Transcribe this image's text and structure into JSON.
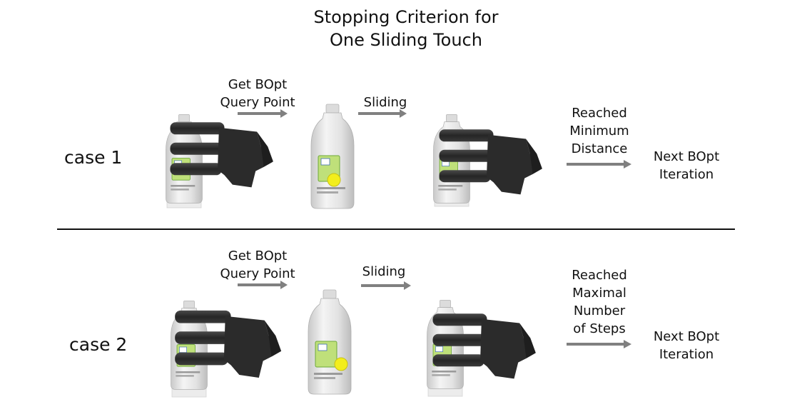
{
  "title": "Stopping Criterion for\nOne Sliding Touch",
  "cases": [
    {
      "label": "case 1",
      "query_label": "Get BOpt\nQuery Point",
      "sliding_label": "Sliding",
      "criterion_label": "Reached\nMinimum\nDistance",
      "next_label": "Next BOpt\nIteration"
    },
    {
      "label": "case 2",
      "query_label": "Get BOpt\nQuery Point",
      "sliding_label": "Sliding",
      "criterion_label": "Reached\nMaximal\nNumber\nof Steps",
      "next_label": "Next BOpt\nIteration"
    }
  ],
  "colors": {
    "arrow": "#808080",
    "bottle": "#e6e6e6",
    "gripper": "#2e2e2e",
    "touch_point": "#f2ee1c",
    "label_green": "#7dbb3c"
  }
}
